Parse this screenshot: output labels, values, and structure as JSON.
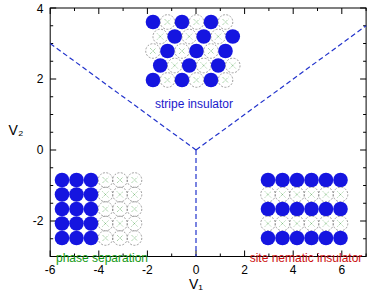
{
  "diagram": {
    "labels": [
      "-6",
      "-4",
      "-2",
      "0",
      "2",
      "4",
      "6",
      "-2",
      "0",
      "2",
      "4",
      "V₁",
      "V₂",
      "stripe insulator",
      "phase separation",
      "site nematic insulator"
    ]
  }
}
